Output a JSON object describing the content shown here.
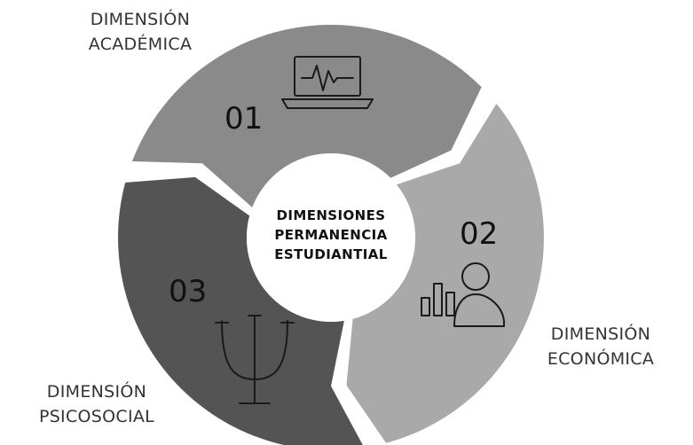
{
  "center": {
    "line1": "DIMENSIONES",
    "line2": "PERMANENCIA",
    "line3": "ESTUDIANTIAL"
  },
  "segments": [
    {
      "number": "01",
      "label_line1": "DIMENSIÓN",
      "label_line2": "ACADÉMICA",
      "color": "#8a8a8a",
      "icon": "laptop-pulse-icon"
    },
    {
      "number": "02",
      "label_line1": "DIMENSIÓN",
      "label_line2": "ECONÓMICA",
      "color": "#a9a9a9",
      "icon": "person-chart-icon"
    },
    {
      "number": "03",
      "label_line1": "DIMENSIÓN",
      "label_line2": "PSICOSOCIAL",
      "color": "#545454",
      "icon": "psi-icon"
    }
  ]
}
